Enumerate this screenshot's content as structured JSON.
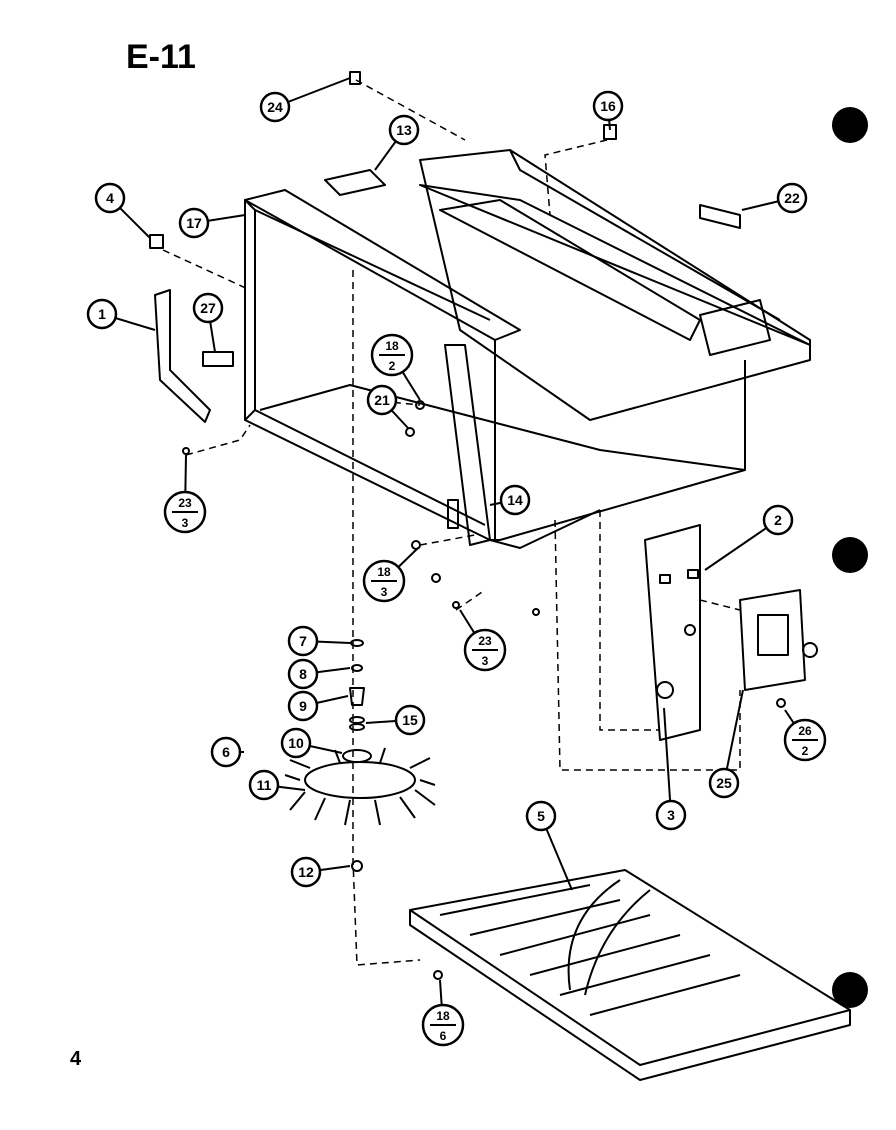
{
  "page": {
    "title": "E-11",
    "page_number": "4"
  },
  "callouts": [
    "24",
    "13",
    "16",
    "22",
    "4",
    "17",
    "1",
    "27",
    "18/2",
    "21",
    "23/3",
    "14",
    "18/3",
    "23/3",
    "2",
    "7",
    "8",
    "9",
    "15",
    "10",
    "6",
    "11",
    "12",
    "5",
    "3",
    "25",
    "26/2",
    "18/6"
  ]
}
